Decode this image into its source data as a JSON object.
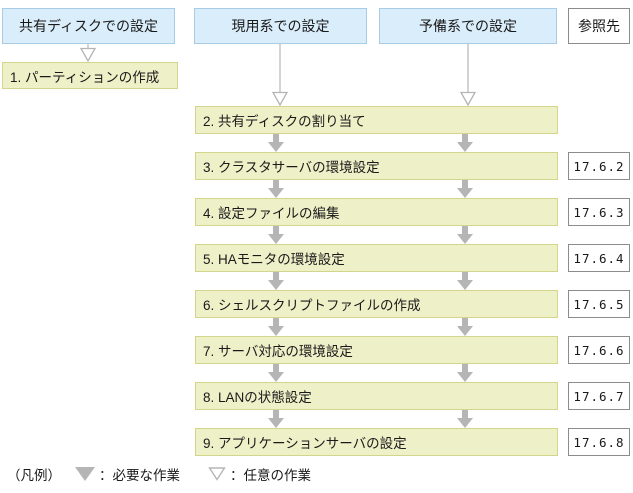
{
  "columns": [
    {
      "label": "共有ディスクでの設定"
    },
    {
      "label": "現用系での設定"
    },
    {
      "label": "予備系での設定"
    }
  ],
  "reference_header": "参照先",
  "steps": [
    {
      "label": "1. パーティションの作成",
      "ref": ""
    },
    {
      "label": "2. 共有ディスクの割り当て",
      "ref": ""
    },
    {
      "label": "3. クラスタサーバの環境設定",
      "ref": "17.6.2"
    },
    {
      "label": "4. 設定ファイルの編集",
      "ref": "17.6.3"
    },
    {
      "label": "5. HAモニタの環境設定",
      "ref": "17.6.4"
    },
    {
      "label": "6. シェルスクリプトファイルの作成",
      "ref": "17.6.5"
    },
    {
      "label": "7. サーバ対応の環境設定",
      "ref": "17.6.6"
    },
    {
      "label": "8. LANの状態設定",
      "ref": "17.6.7"
    },
    {
      "label": "9. アプリケーションサーバの設定",
      "ref": "17.6.8"
    }
  ],
  "legend": {
    "title": "（凡例）",
    "required_label": "：必要な作業",
    "optional_label": "：任意の作業"
  },
  "colors": {
    "column_header_fill": "#d9edfa",
    "column_header_border": "#a9cce6",
    "step_fill": "#eef0c8",
    "step_border": "#d3d58c",
    "reference_border": "#8c8c8c",
    "arrow_gray": "#b5b5b5"
  }
}
